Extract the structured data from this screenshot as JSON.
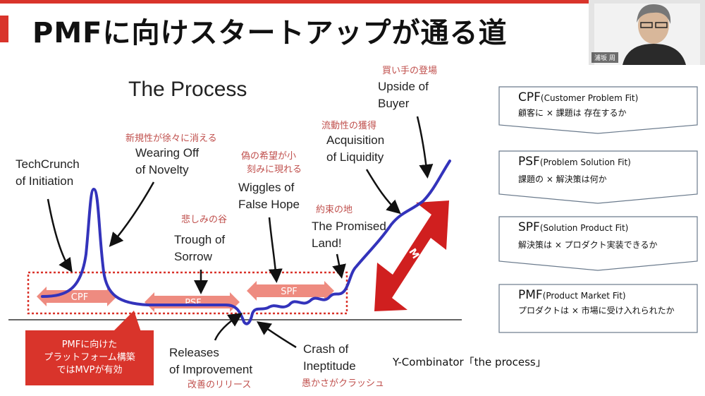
{
  "title": "PMFに向けスタートアップが通る道",
  "webcam": {
    "name": "浦坂 周"
  },
  "diagram": {
    "heading": "The Process",
    "stages": [
      {
        "jp": "",
        "en1": "TechCrunch",
        "en2": "of Initiation"
      },
      {
        "jp": "新規性が徐々に消える",
        "en1": "Wearing Off",
        "en2": "of Novelty"
      },
      {
        "jp": "悲しみの谷",
        "en1": "Trough of",
        "en2": "Sorrow"
      },
      {
        "jp1": "偽の希望が小",
        "jp2": "刻みに現れる",
        "en1": "Wiggles of",
        "en2": "False Hope"
      },
      {
        "jp": "約束の地",
        "en1": "The Promised",
        "en2": "Land!"
      },
      {
        "jp": "流動性の獲得",
        "en1": "Acquisition",
        "en2": "of Liquidity"
      },
      {
        "jp": "買い手の登場",
        "en1": "Upside of",
        "en2": "Buyer"
      },
      {
        "en1": "Releases",
        "en2": "of Improvement",
        "jp": "改善のリリース"
      },
      {
        "en1": "Crash of",
        "en2": "Ineptitude",
        "jp": "愚かさがクラッシュ"
      }
    ],
    "arrows": {
      "cpf": "CPF",
      "psf": "PSF",
      "spf": "SPF",
      "pmf": "PMF"
    },
    "callout": [
      "PMFに向けた",
      "プラットフォーム構築",
      "ではMVPが有効"
    ]
  },
  "credit": "Y-Combinator「the process」",
  "fits": [
    {
      "abbr": "CPF",
      "full": "(Customer Problem Fit)",
      "desc": "顧客に × 課題は 存在するか"
    },
    {
      "abbr": "PSF",
      "full": "(Problem Solution Fit)",
      "desc": "課題の × 解決策は何か"
    },
    {
      "abbr": "SPF",
      "full": "(Solution Product Fit)",
      "desc": "解決策は × プロダクト実装できるか"
    },
    {
      "abbr": "PMF",
      "full": "(Product Market Fit)",
      "desc": "プロダクトは × 市場に受け入れられたか"
    }
  ],
  "colors": {
    "accent": "#d9342b",
    "curve": "#2b2bb0",
    "annotation_jp": "#c0504d",
    "pink_arrow": "#ee8b80"
  }
}
